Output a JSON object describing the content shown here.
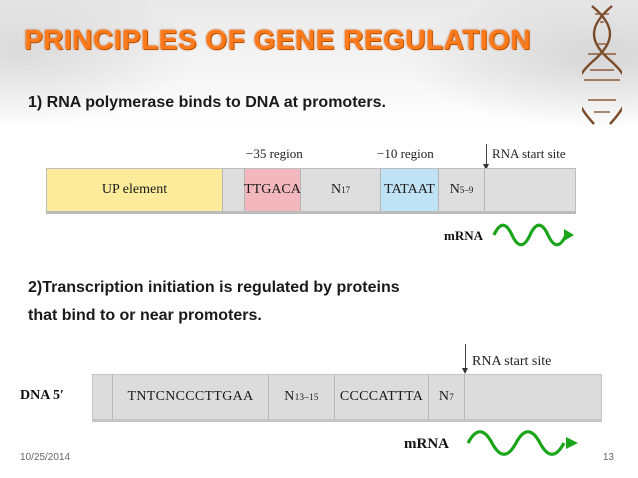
{
  "slide": {
    "title": "PRINCIPLES OF GENE REGULATION",
    "point1": "1)  RNA polymerase binds to DNA at promoters.",
    "point2_line1": "2)Transcription initiation is regulated by proteins",
    "point2_line2": "that bind to or near promoters.",
    "footer_date": "10/25/2014",
    "page_number": "13"
  },
  "diagram1": {
    "label_minus35": "−35 region",
    "label_minus10": "−10 region",
    "label_start": "RNA start site",
    "segments": {
      "up": "UP element",
      "ttgaca": "TTGACA",
      "n17_base": "N",
      "n17_sub": "17",
      "tataat": "TATAAT",
      "n59_base": "N",
      "n59_sub": "5–9"
    },
    "colors": {
      "up": "#fbeb9a",
      "ttgaca": "#f3b8be",
      "tataat": "#bfe2f4"
    },
    "mrna_label": "mRNA"
  },
  "diagram2": {
    "dna_label": "DNA  5′",
    "label_start": "RNA start site",
    "segments": {
      "seq1": "TNTCNCCCTTGAA",
      "n1315_base": "N",
      "n1315_sub": "13–15",
      "seq2": "CCCCATTTA",
      "n7_base": "N",
      "n7_sub": "7"
    },
    "mrna_label": "mRNA"
  },
  "colors": {
    "title": "#ff7a1a",
    "wave": "#1aa51a"
  }
}
